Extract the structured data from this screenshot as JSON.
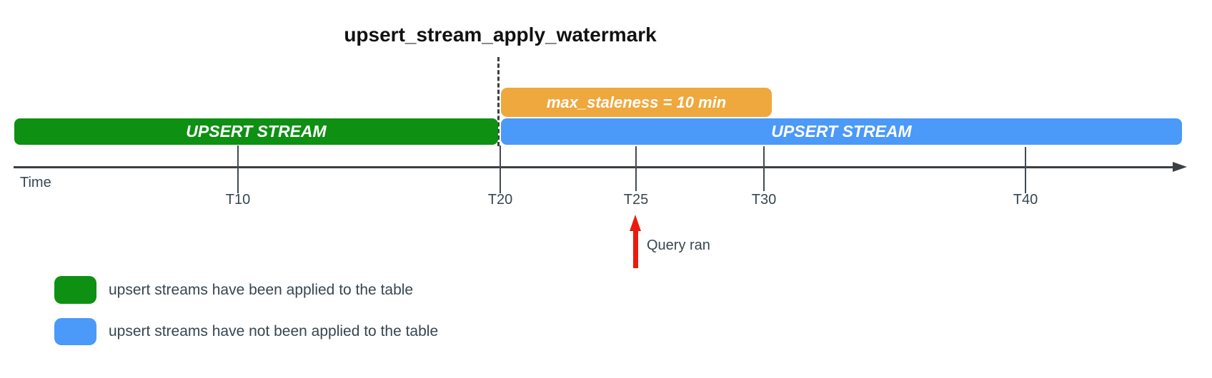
{
  "title": "upsert_stream_apply_watermark",
  "bars": {
    "staleness": {
      "label": "max_staleness = 10 min",
      "color": "#efa83d"
    },
    "applied": {
      "label": "UPSERT STREAM",
      "color": "#0e9013"
    },
    "unapplied": {
      "label": "UPSERT STREAM",
      "color": "#4b99f8"
    }
  },
  "timeline": {
    "axis_label": "Time",
    "axis_color": "#3c4043",
    "ticks": [
      "T10",
      "T20",
      "T25",
      "T30",
      "T40"
    ]
  },
  "annotation": {
    "label": "Query ran",
    "arrow_color": "#ea1b0c",
    "points_at_tick": "T25"
  },
  "legend": [
    {
      "swatch_color": "#0e9013",
      "label": "upsert streams have been applied to the table"
    },
    {
      "swatch_color": "#4b99f8",
      "label": "upsert streams have not been applied to the table"
    }
  ],
  "text_color": "#374650"
}
